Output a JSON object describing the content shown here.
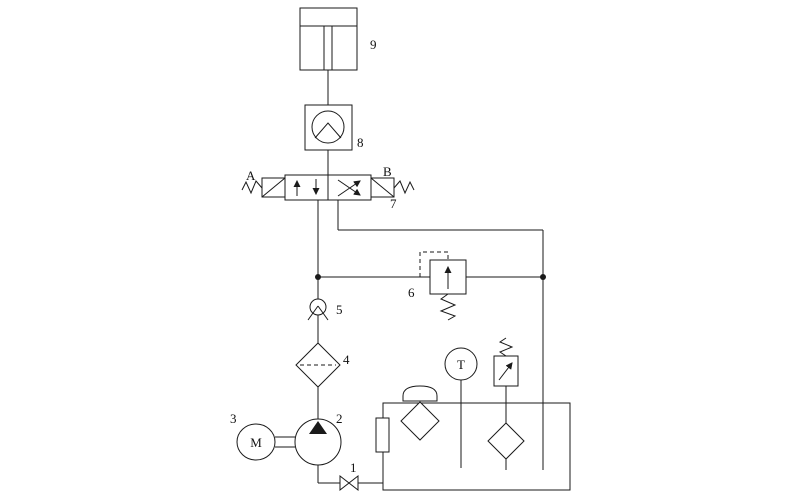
{
  "diagram": {
    "background": "#ffffff",
    "line_color": "#1a1a1a",
    "components": {
      "cylinder": {
        "label": "9"
      },
      "pilot_check_valve": {
        "label": "8"
      },
      "directional_valve": {
        "label": "7",
        "solenoid_a": "A",
        "solenoid_b": "B"
      },
      "relief_valve": {
        "label": "6"
      },
      "check_valve": {
        "label": "5"
      },
      "filter": {
        "label": "4"
      },
      "motor": {
        "label": "3",
        "letter": "M"
      },
      "pump": {
        "label": "2"
      },
      "shutoff_valve": {
        "label": "1"
      },
      "temperature_gauge": {
        "letter": "T"
      }
    }
  }
}
